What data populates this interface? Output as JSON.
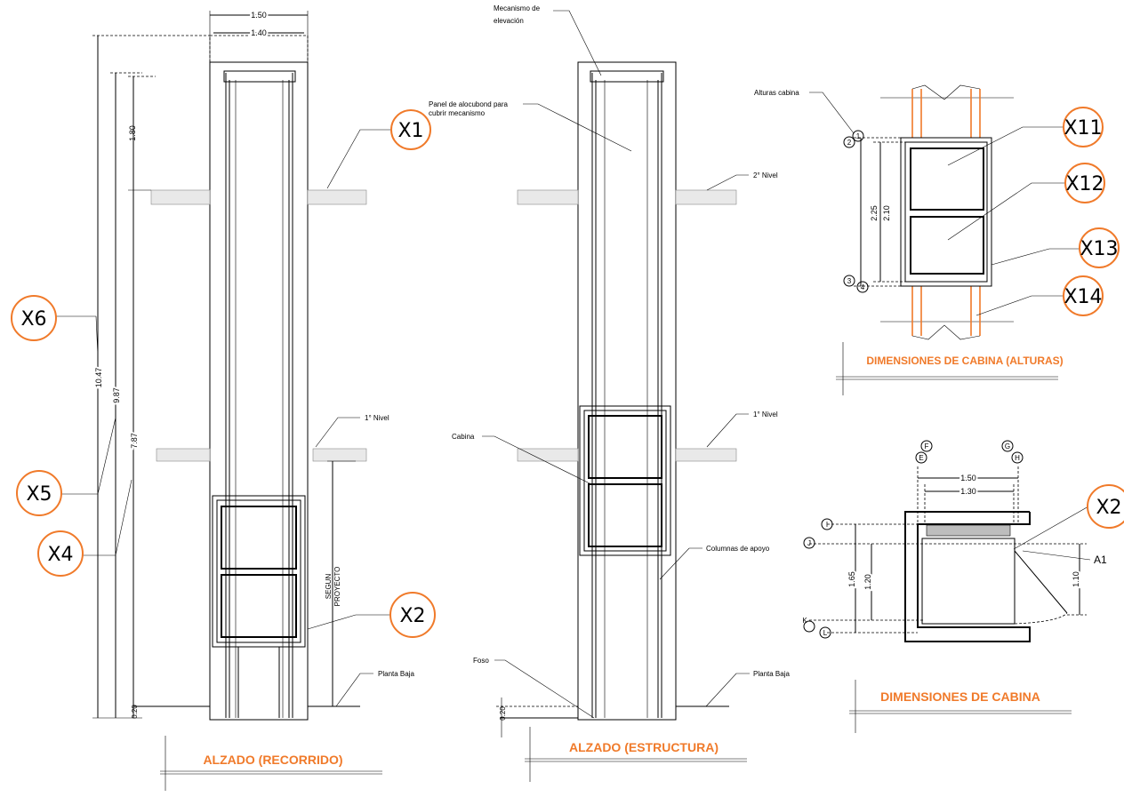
{
  "titles": {
    "alzado_recorrido": "ALZADO (RECORRIDO)",
    "alzado_estructura": "ALZADO (ESTRUCTURA)",
    "cabina_alturas": "DIMENSIONES DE CABINA (ALTURAS)",
    "cabina": "DIMENSIONES DE CABINA"
  },
  "callouts": {
    "x1": "X1",
    "x2": "X2",
    "x4": "X4",
    "x5": "X5",
    "x6": "X6",
    "x11": "X11",
    "x12": "X12",
    "x13": "X13",
    "x14": "X14",
    "x2b": "X2"
  },
  "labels": {
    "mecanismo": [
      "Mecanismo de",
      "elevación"
    ],
    "panel": [
      "Panel de alocubond para",
      "cubrir mecanismo"
    ],
    "nivel2": "2° Nivel",
    "nivel1_a": "1° Nivel",
    "nivel1_b": "1° Nivel",
    "cabina": "Cabina",
    "columnas": "Columnas de apoyo",
    "foso": "Foso",
    "planta_baja_a": "Planta Baja",
    "planta_baja_b": "Planta Baja",
    "alturas_cabina": "Alturas cabina",
    "segun": "SEGUN",
    "proyecto": "PROYECTO",
    "a1": "A1"
  },
  "dimensions": {
    "w_150": "1.50",
    "w_140": "1.40",
    "h_180": "1.80",
    "h_1047": "10.47",
    "h_987": "9.87",
    "h_787": "7.87",
    "h_020a": "0.20",
    "h_020b": "0.20",
    "h_225": "2.25",
    "h_210": "2.10",
    "c_150": "1.50",
    "c_130": "1.30",
    "c_165": "1.65",
    "c_120": "1.20",
    "c_110": "1.10"
  },
  "axis_markers": {
    "m1": "1",
    "m2": "2",
    "m3": "3",
    "m4": "4",
    "e": "E",
    "f": "F",
    "g": "G",
    "h": "H",
    "i": "I",
    "j": "J",
    "k": "K",
    "l": "L"
  },
  "colors": {
    "accent": "#f07a2a",
    "line": "#000000"
  }
}
